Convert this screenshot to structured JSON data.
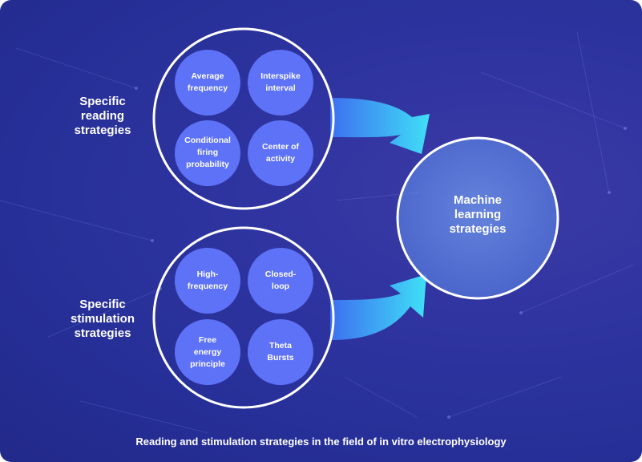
{
  "reading_group": {
    "title": "Specific\nreading\nstrategies",
    "items": [
      "Average\nfrequency",
      "Interspike\ninterval",
      "Conditional\nfiring\nprobability",
      "Center of\nactivity"
    ]
  },
  "stimulation_group": {
    "title": "Specific\nstimulation\nstrategies",
    "items": [
      "High-\nfrequency",
      "Closed-\nloop",
      "Free\nenergy\nprinciple",
      "Theta\nBursts"
    ]
  },
  "target": {
    "label": "Machine\nlearning\nstrategies"
  },
  "caption": "Reading and stimulation strategies in the field of in vitro electrophysiology",
  "colors": {
    "background": "#262f97",
    "pill": "#5d72f6",
    "arrow_start": "#3d6ff0",
    "arrow_end": "#3fe0f7",
    "target_fill": "#5b7fd8"
  }
}
